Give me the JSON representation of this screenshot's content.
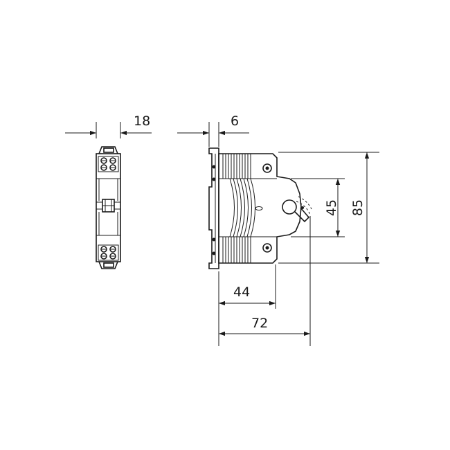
{
  "dimensions": {
    "front_width": "18",
    "side_offset": "6",
    "depth_44": "44",
    "depth_72": "72",
    "height_45": "45",
    "height_85": "85"
  },
  "colors": {
    "line": "#1a1a1a",
    "background": "#ffffff"
  }
}
